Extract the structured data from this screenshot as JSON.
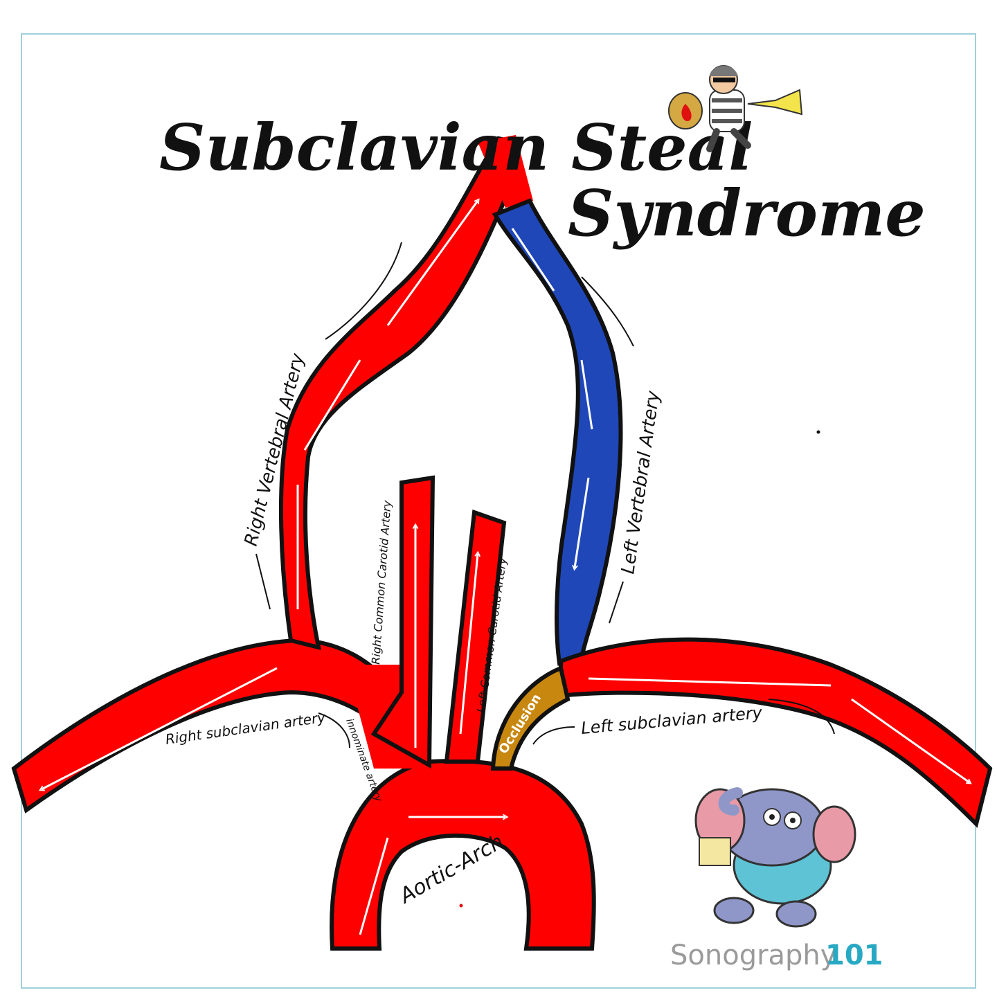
{
  "title": {
    "line1": "Subclavian Steal",
    "line2": "Syndrome"
  },
  "labels": {
    "right_vertebral": "Right Vertebral Artery",
    "left_vertebral": "Left Vertebral Artery",
    "right_cca": "Right Common Carotid Artery",
    "left_cca": "Left Common Carotid Artery",
    "right_subclavian": "Right subclavian artery",
    "left_subclavian": "Left subclavian artery",
    "innominate": "innominate artery",
    "occlusion": "Occlusion",
    "aortic_arch": "Aortic-Arch"
  },
  "brand": {
    "name": "Sonography",
    "number": "101"
  },
  "colors": {
    "artery_red": "#ff0000",
    "reversed_flow_blue": "#1f47b8",
    "occlusion_gold": "#c8870f",
    "outline": "#111111",
    "brand_teal": "#27a9c4",
    "frame": "#9fd0da"
  },
  "icons": {
    "thief": "burglar-thief-icon",
    "mascot": "elephant-mascot-icon"
  }
}
